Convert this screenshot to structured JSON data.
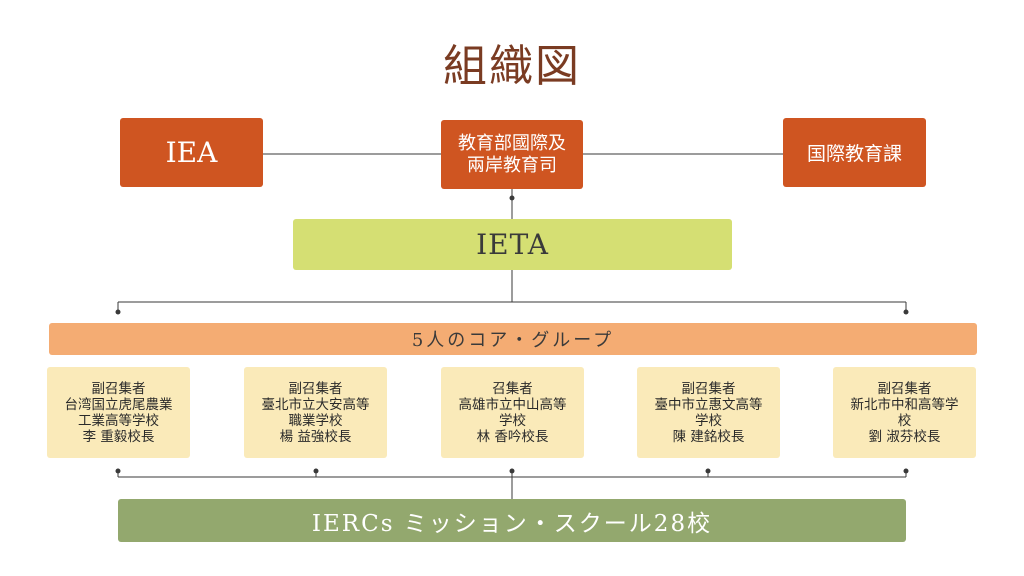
{
  "title": "組織図",
  "nodes": {
    "iea": "IEA",
    "moe": "教育部國際及\n兩岸教育司",
    "ied": "国際教育課",
    "ieta": "IETA",
    "core": "5人のコア・グループ",
    "members": [
      "副召集者\n台湾国立虎尾農業\n工業高等学校\n李 重毅校長",
      "副召集者\n臺北市立大安高等\n職業学校\n楊 益強校長",
      "召集者\n高雄市立中山高等\n学校\n林 香吟校長",
      "副召集者\n臺中市立惠文高等\n学校\n陳 建銘校長",
      "副召集者\n新北市中和高等学\n校\n劉 淑芬校長"
    ],
    "schools": "IERCs ミッション・スクール28校"
  },
  "colors": {
    "title": "#7a3b22",
    "orange": "#cf5521",
    "ieta": "#d5df73",
    "core": "#f4ac73",
    "member": "#faeab9",
    "schools": "#93a86e",
    "connector": "#3a3a3a"
  }
}
